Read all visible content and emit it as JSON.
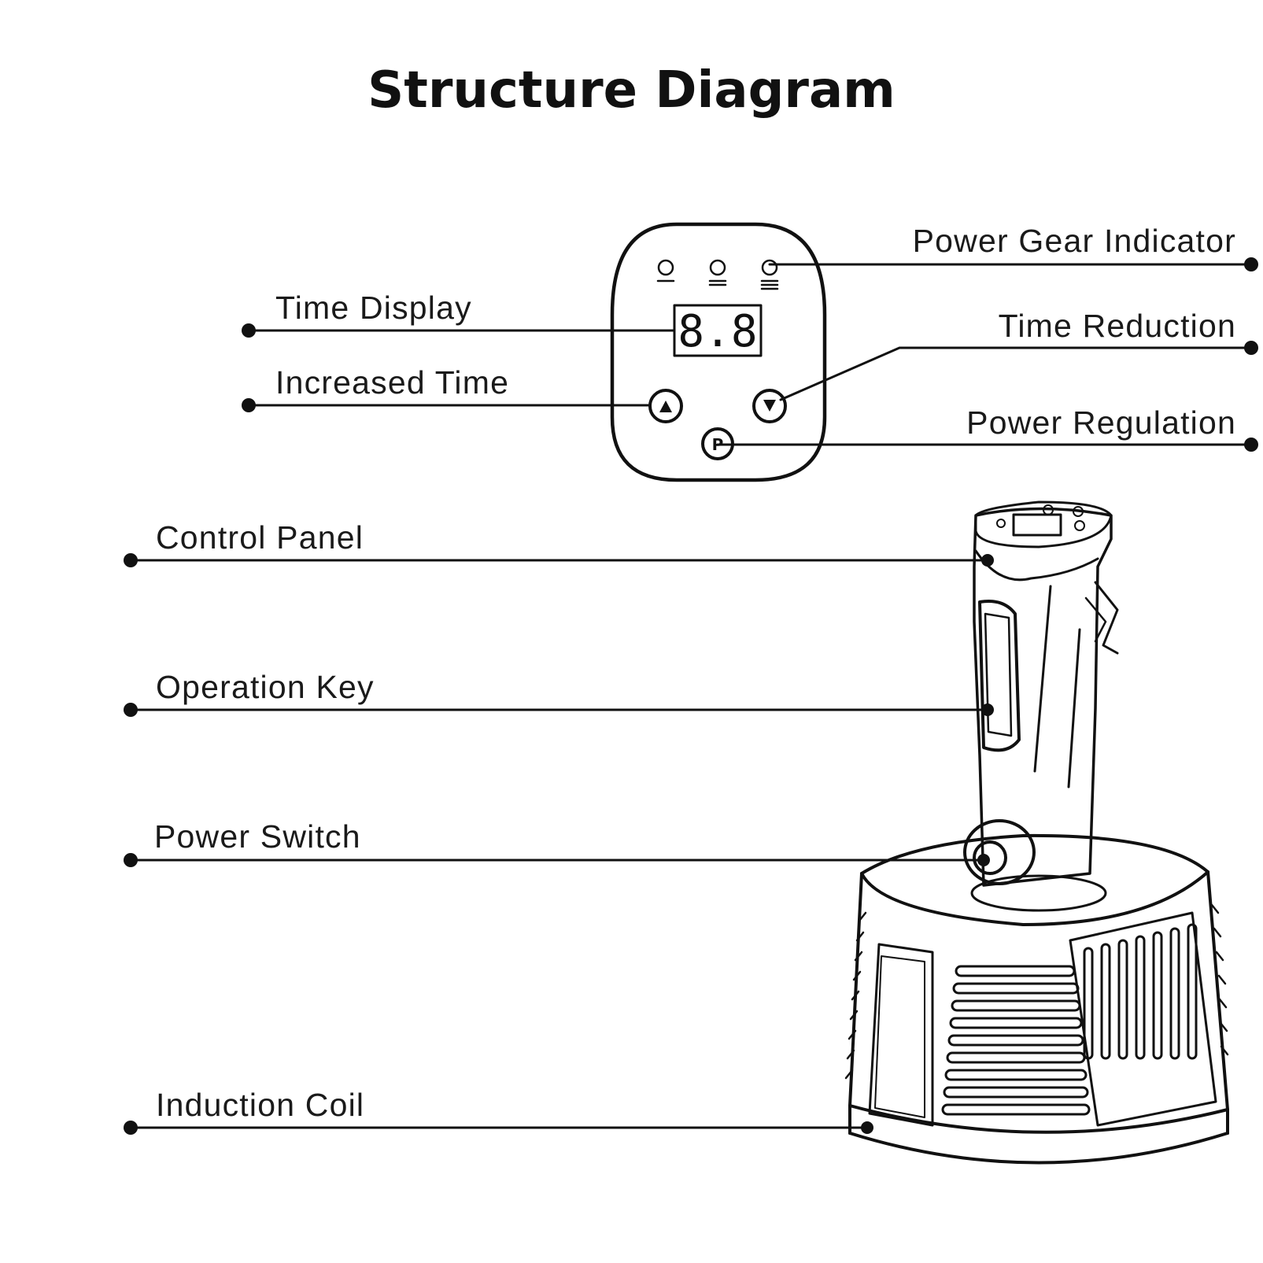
{
  "title": "Structure Diagram",
  "panel": {
    "display_digits": "8.8",
    "power_key": "P"
  },
  "labels": {
    "power_gear_indicator": "Power Gear Indicator",
    "time_display": "Time Display",
    "time_reduction": "Time Reduction",
    "increased_time": "Increased Time",
    "power_regulation": "Power Regulation",
    "control_panel": "Control Panel",
    "operation_key": "Operation Key",
    "power_switch": "Power Switch",
    "induction_coil": "Induction Coil"
  },
  "colors": {
    "line": "#111111",
    "background": "#ffffff"
  }
}
